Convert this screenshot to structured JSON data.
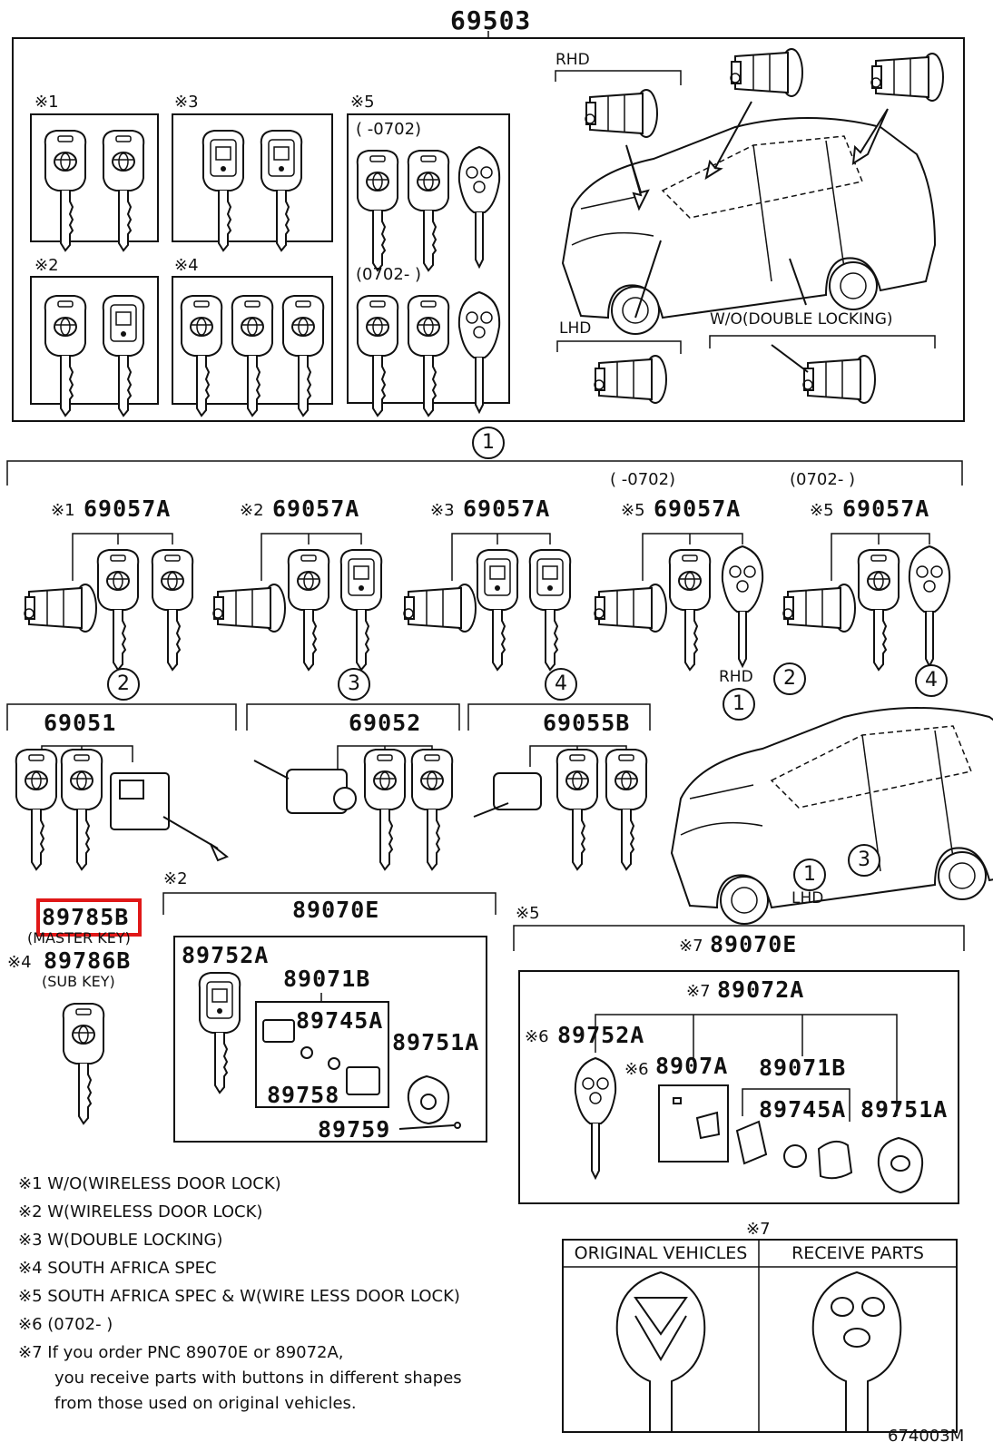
{
  "top_group": {
    "pnc": "69503",
    "subgroups": [
      {
        "marker": "※1"
      },
      {
        "marker": "※3"
      },
      {
        "marker": "※5",
        "ranges": [
          "(      -0702)",
          "(0702-        )"
        ]
      },
      {
        "marker": "※2"
      },
      {
        "marker": "※4"
      }
    ],
    "rhd_label": "RHD",
    "lhd_label": "LHD",
    "wo_double_label": "W/O(DOUBLE LOCKING)"
  },
  "circle_labels": [
    "1",
    "2",
    "3",
    "4"
  ],
  "sets": [
    {
      "marker": "※1",
      "pnc": "69057A"
    },
    {
      "marker": "※2",
      "pnc": "69057A"
    },
    {
      "marker": "※3",
      "pnc": "69057A"
    },
    {
      "marker": "※5",
      "pnc": "69057A",
      "range": "(      -0702)"
    },
    {
      "marker": "※5",
      "pnc": "69057A",
      "range": "(0702-        )"
    }
  ],
  "cylinders": [
    {
      "circle": "2",
      "pnc": "69051"
    },
    {
      "circle": "3",
      "pnc": "69052"
    },
    {
      "circle": "4",
      "pnc": "69055B"
    }
  ],
  "car2_labels": {
    "rhd": "RHD",
    "lhd": "LHD"
  },
  "keys": {
    "master": {
      "pnc": "89785B",
      "desc": "(MASTER KEY)"
    },
    "sub": {
      "marker": "※4",
      "pnc": "89786B",
      "desc": "(SUB KEY)"
    }
  },
  "wireless_group": {
    "marker": "※2",
    "pnc": "89070E",
    "parts": [
      "89752A",
      "89071B",
      "89745A",
      "89751A",
      "89758",
      "89759"
    ]
  },
  "sa_group": {
    "marker": "※5",
    "outer": {
      "marker": "※7",
      "pnc": "89070E"
    },
    "inner": {
      "marker": "※7",
      "pnc": "89072A"
    },
    "parts": [
      {
        "marker": "※6",
        "pnc": "89752A"
      },
      {
        "marker": "※6",
        "pnc": "8907A"
      },
      {
        "marker": "",
        "pnc": "89071B"
      },
      {
        "marker": "",
        "pnc": "89745A"
      },
      {
        "marker": "",
        "pnc": "89751A"
      }
    ]
  },
  "notes": [
    "※1 W/O(WIRELESS DOOR LOCK)",
    "※2 W(WIRELESS DOOR LOCK)",
    "※3 W(DOUBLE LOCKING)",
    "※4 SOUTH AFRICA SPEC",
    "※5 SOUTH AFRICA SPEC & W(WIRE LESS DOOR LOCK)",
    "※6 (0702-        )",
    "※7  If you order PNC 89070E or 89072A,",
    "you receive parts with buttons in different shapes",
    "from those used on original vehicles."
  ],
  "compare_table": {
    "marker": "※7",
    "headers": [
      "ORIGINAL VEHICLES",
      "RECEIVE PARTS"
    ]
  },
  "figure_id": "674003M",
  "colors": {
    "highlight": "#e01818",
    "line": "#111111"
  }
}
